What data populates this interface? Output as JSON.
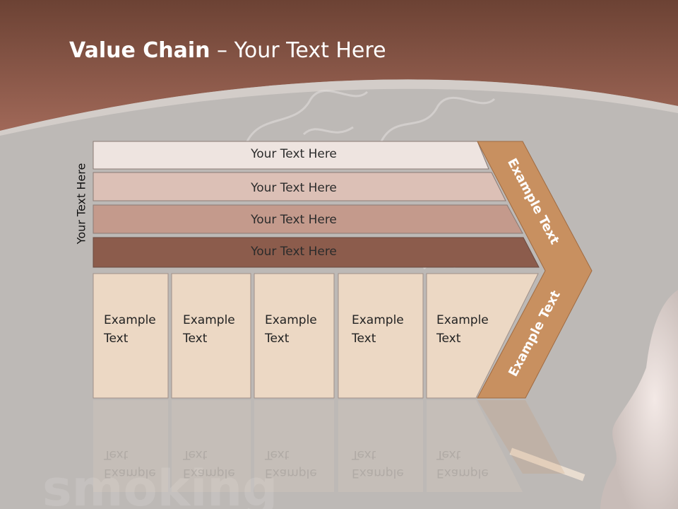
{
  "title": {
    "bold": "Value Chain",
    "rest": " – Your Text Here"
  },
  "side_label": "Your Text Here",
  "bands": [
    {
      "label": "Your Text Here",
      "color": "#eee4e0"
    },
    {
      "label": "Your Text Here",
      "color": "#dcc0b6"
    },
    {
      "label": "Your Text Here",
      "color": "#c49a8c"
    },
    {
      "label": "Your Text Here",
      "color": "#8c5c4c"
    }
  ],
  "columns": [
    {
      "line1": "Example",
      "line2": "Text"
    },
    {
      "line1": "Example",
      "line2": "Text"
    },
    {
      "line1": "Example",
      "line2": "Text"
    },
    {
      "line1": "Example",
      "line2": "Text"
    },
    {
      "line1": "Example",
      "line2": "Text"
    }
  ],
  "chevron": {
    "upper": "Example Text",
    "lower": "Example Text",
    "color": "#c89060"
  },
  "colors": {
    "header": "#8a5444",
    "column_fill": "#ecd8c4",
    "background": "#bdb9b6"
  }
}
